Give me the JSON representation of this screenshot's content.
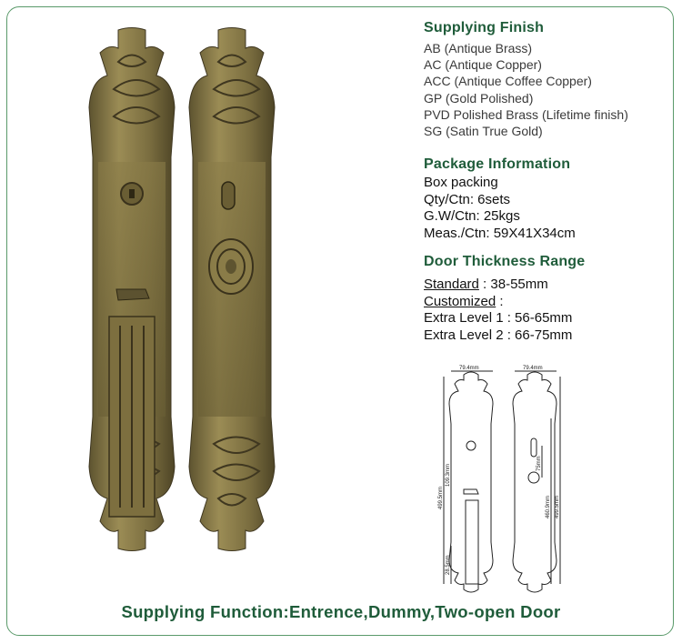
{
  "finish": {
    "title": "Supplying Finish",
    "items": [
      "AB (Antique Brass)",
      "AC (Antique Copper)",
      "ACC (Antique Coffee Copper)",
      "GP (Gold Polished)",
      "PVD Polished Brass (Lifetime finish)",
      "SG (Satin True Gold)"
    ]
  },
  "package": {
    "title": "Package Information",
    "items": [
      "Box packing",
      "Qty/Ctn: 6sets",
      "G.W/Ctn: 25kgs",
      "Meas./Ctn: 59X41X34cm"
    ]
  },
  "thickness": {
    "title": "Door Thickness Range",
    "standard_label": "Standard",
    "standard_value": " : 38-55mm",
    "customized_label": "Customized",
    "customized_suffix": " :",
    "level1": "Extra Level 1 : 56-65mm",
    "level2": "Extra Level 2 : 66-75mm"
  },
  "drawing": {
    "left_width": "79.4mm",
    "right_width": "79.4mm",
    "left_dims": [
      "499.5mm",
      "109.3mm",
      "28.5mm"
    ],
    "right_dims": [
      "75mm",
      "460.9mm",
      "499.5mm"
    ]
  },
  "footer": "Supplying Function:Entrence,Dummy,Two-open Door",
  "colors": {
    "accent": "#1f5c3a",
    "brass": "#8a7a45",
    "border": "#5a9a6a"
  }
}
